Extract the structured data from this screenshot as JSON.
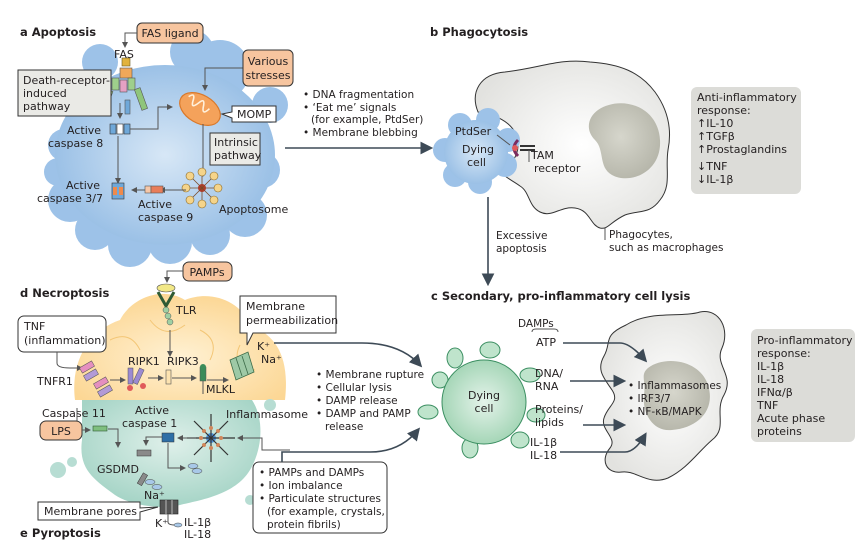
{
  "colors": {
    "apoptosis_cell": "#a9c9ea",
    "apoptosis_bleb": "#9dc2e8",
    "necroptosis_cell": "#fde3b0",
    "pyroptosis_cell": "#b7ddd3",
    "secondary_cell": "#a8d8b8",
    "phagocyte": "#efefed",
    "nucleus": "#c7c7bd",
    "orange_box": "#f7c59f",
    "grey_box": "#dcdcd8",
    "arrow": "#3d4a56"
  },
  "panel_a": {
    "letter": "a",
    "title": "Apoptosis",
    "fas_ligand": "FAS ligand",
    "fas": "FAS",
    "various_stresses": [
      "Various",
      "stresses"
    ],
    "death_receptor": [
      "Death-receptor-",
      "induced",
      "pathway"
    ],
    "momp": "MOMP",
    "intrinsic": [
      "Intrinsic",
      "pathway"
    ],
    "active_caspase8": [
      "Active",
      "caspase 8"
    ],
    "active_caspase37": [
      "Active",
      "caspase 3/7"
    ],
    "active_caspase9": [
      "Active",
      "caspase 9"
    ],
    "apoptosome": "Apoptosome"
  },
  "apoptosis_outputs": [
    "DNA fragmentation",
    "‘Eat me’ signals",
    "(for example, PtdSer)",
    "Membrane blebbing"
  ],
  "panel_b": {
    "letter": "b",
    "title": "Phagocytosis",
    "ptdser": "PtdSer",
    "dying_cell": [
      "Dying",
      "cell"
    ],
    "tam_receptor": [
      "TAM",
      "receptor"
    ],
    "phagocytes": [
      "Phagocytes,",
      "such as macrophages"
    ],
    "anti_inflammatory": {
      "title": [
        "Anti-inflammatory",
        "response:"
      ],
      "up": [
        "IL-10",
        "TGFβ",
        "Prostaglandins"
      ],
      "down": [
        "TNF",
        "IL-1β"
      ]
    }
  },
  "excessive_apoptosis": [
    "Excessive",
    "apoptosis"
  ],
  "panel_c": {
    "letter": "c",
    "title": "Secondary, pro-inflammatory cell lysis",
    "dying_cell": [
      "Dying",
      "cell"
    ],
    "damps_label": "DAMPs",
    "signals": [
      "ATP",
      "DNA/",
      "RNA",
      "Proteins/",
      "lipids",
      "IL-1β",
      "IL-18"
    ],
    "pathways": [
      "Inflammasomes",
      "IRF3/7",
      "NF-κB/MAPK"
    ],
    "pro_inflammatory": {
      "title": [
        "Pro-inflammatory",
        "response:"
      ],
      "items": [
        "IL-1β",
        "IL-18",
        "IFNα/β",
        "TNF",
        "Acute phase",
        "proteins"
      ]
    }
  },
  "lysis_outputs": [
    "Membrane rupture",
    "Cellular lysis",
    "DAMP release",
    "DAMP and PAMP",
    "release"
  ],
  "panel_d": {
    "letter": "d",
    "title": "Necroptosis",
    "pamps": "PAMPs",
    "tlr": "TLR",
    "tnf": [
      "TNF",
      "(inflammation)"
    ],
    "tnfr1": "TNFR1",
    "ripk1": "RIPK1",
    "ripk3": "RIPK3",
    "mlkl": "MLKL",
    "membrane_perm": [
      "Membrane",
      "permeabilization"
    ],
    "k": "K⁺",
    "na": "Na⁺"
  },
  "panel_e": {
    "letter": "e",
    "title": "Pyroptosis",
    "caspase11": "Caspase 11",
    "lps": "LPS",
    "active_caspase1": [
      "Active",
      "caspase 1"
    ],
    "inflammasome": "Inflammasome",
    "gsdmd": "GSDMD",
    "na": "Na⁺",
    "k": "K⁺",
    "membrane_pores": "Membrane pores",
    "il1b": "IL-1β",
    "il18": "IL-18",
    "triggers": [
      "PAMPs and DAMPs",
      "Ion imbalance",
      "Particulate structures",
      "(for example, crystals,",
      "protein fibrils)"
    ]
  }
}
